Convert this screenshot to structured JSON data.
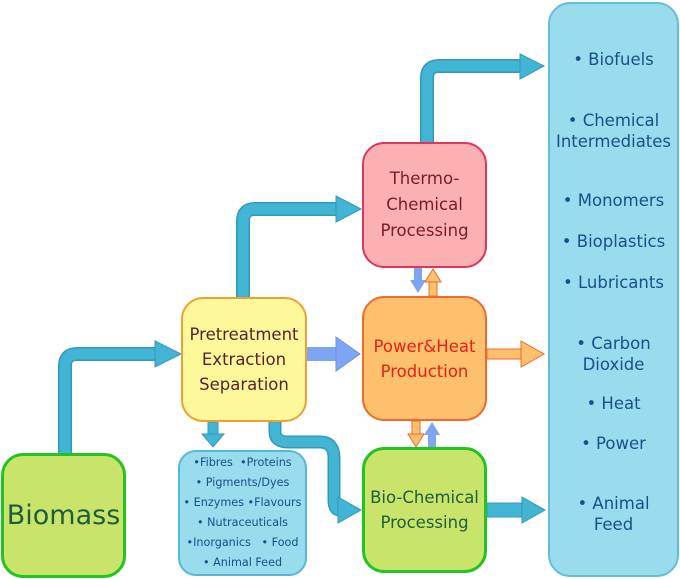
{
  "diagram": {
    "type": "biorefinery process flow",
    "colors": {
      "flow_arrow": "#3eb3d3",
      "biomass_fill": "#c9e46b",
      "biomass_border": "#22c322",
      "pretreatment_fill": "#fdf89a",
      "pretreatment_border": "#f0a030",
      "thermo_fill": "#fbb1b1",
      "thermo_border": "#e0355f",
      "power_fill": "#fdc06d",
      "power_border": "#f06a30",
      "power_text": "#e8201c",
      "products_fill": "#98dcee",
      "products_text": "#1d4e8a",
      "energy_arrow_blue": "#7ea4f4",
      "energy_arrow_orange": "#fdc06d"
    },
    "nodes": {
      "biomass": {
        "label": "Biomass"
      },
      "pretreatment": {
        "lines": [
          "Pretreatment",
          "Extraction",
          "Separation"
        ]
      },
      "thermo": {
        "lines": [
          "Thermo-",
          "Chemical",
          "Processing"
        ]
      },
      "power": {
        "lines": [
          "Power&Heat",
          "Production"
        ]
      },
      "biochem": {
        "lines": [
          "Bio-Chemical",
          "Processing"
        ]
      },
      "coproducts": {
        "rows": [
          "•Fibres  •Proteins",
          "• Pigments/Dyes",
          "• Enzymes •Flavours",
          "• Nutraceuticals",
          "•Inorganics   • Food",
          "• Animal Feed"
        ]
      },
      "products": {
        "items": [
          {
            "lines": [
              "• Biofuels"
            ]
          },
          {
            "lines": [
              "• Chemical",
              "Intermediates"
            ]
          },
          {
            "lines": [
              "• Monomers"
            ]
          },
          {
            "lines": [
              "• Bioplastics"
            ]
          },
          {
            "lines": [
              "• Lubricants"
            ]
          },
          {
            "lines": [
              "• Carbon",
              "Dioxide"
            ]
          },
          {
            "lines": [
              "• Heat"
            ]
          },
          {
            "lines": [
              "• Power"
            ]
          },
          {
            "lines": [
              "• Animal",
              "Feed"
            ]
          }
        ]
      }
    },
    "edges": [
      {
        "from": "Biomass",
        "to": "Pretreatment Extraction Separation",
        "style": "flow"
      },
      {
        "from": "Pretreatment Extraction Separation",
        "to": "Thermo-Chemical Processing",
        "style": "flow"
      },
      {
        "from": "Pretreatment Extraction Separation",
        "to": "Power&Heat Production",
        "style": "energy-blue"
      },
      {
        "from": "Pretreatment Extraction Separation",
        "to": "Co-products",
        "style": "flow"
      },
      {
        "from": "Pretreatment Extraction Separation",
        "to": "Bio-Chemical Processing",
        "style": "flow"
      },
      {
        "from": "Thermo-Chemical Processing",
        "to": "Products",
        "style": "flow"
      },
      {
        "from": "Thermo-Chemical Processing",
        "to": "Power&Heat Production",
        "style": "energy-blue"
      },
      {
        "from": "Power&Heat Production",
        "to": "Thermo-Chemical Processing",
        "style": "energy-orange"
      },
      {
        "from": "Power&Heat Production",
        "to": "Products",
        "style": "energy-orange"
      },
      {
        "from": "Power&Heat Production",
        "to": "Bio-Chemical Processing",
        "style": "energy-orange"
      },
      {
        "from": "Bio-Chemical Processing",
        "to": "Power&Heat Production",
        "style": "energy-blue"
      },
      {
        "from": "Bio-Chemical Processing",
        "to": "Products",
        "style": "flow"
      }
    ]
  }
}
